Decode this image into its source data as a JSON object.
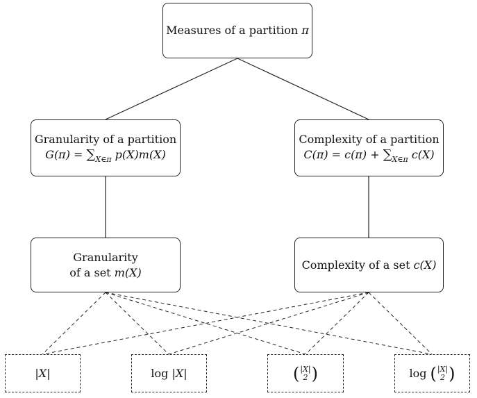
{
  "root": {
    "label": "Measures of a partition",
    "symbol": "π"
  },
  "level2": {
    "left": {
      "title": "Granularity of a partition",
      "formula_lhs": "G(π) = ",
      "formula_sum": "∑",
      "formula_sub": "X∈π",
      "formula_rhs": " p(X)m(X)"
    },
    "right": {
      "title": "Complexity of a partition",
      "formula_lhs": "C(π) = c(π) + ",
      "formula_sum": "∑",
      "formula_sub": "X∈π",
      "formula_rhs": " c(X)"
    }
  },
  "level3": {
    "left": {
      "line1": "Granularity",
      "line2_text": "of a set ",
      "line2_math": "m(X)"
    },
    "right": {
      "text": "Complexity of a set ",
      "math": "c(X)"
    }
  },
  "leaves": {
    "abs": "|X|",
    "log_abs_fn": "log ",
    "log_abs_arg": "|X|",
    "binom_top": "|X|",
    "binom_bottom": "2",
    "log_binom_fn": "log ",
    "log_binom_top": "|X|",
    "log_binom_bottom": "2",
    "paren_open": "(",
    "paren_close": ")"
  }
}
